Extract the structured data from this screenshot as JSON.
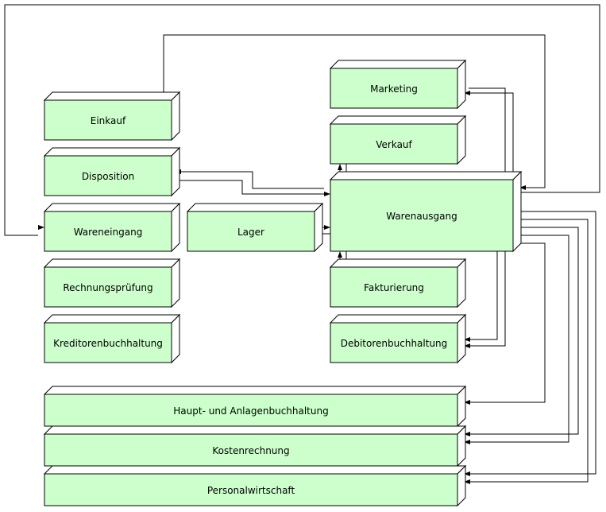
{
  "diagram": {
    "nodes": {
      "einkauf": "Einkauf",
      "disposition": "Disposition",
      "wareneingang": "Wareneingang",
      "rechnungspruefung": "Rechnungsprüfung",
      "kreditorenbuchhaltung": "Kreditorenbuchhaltung",
      "lager": "Lager",
      "marketing": "Marketing",
      "verkauf": "Verkauf",
      "warenausgang": "Warenausgang",
      "fakturierung": "Fakturierung",
      "debitorenbuchhaltung": "Debitorenbuchhaltung",
      "haupt_anlagenbuchhaltung": "Haupt- und Anlagenbuchhaltung",
      "kostenrechnung": "Kostenrechnung",
      "personalwirtschaft": "Personalwirtschaft"
    },
    "colors": {
      "box_fill": "#ccffcc",
      "line": "#000000"
    }
  }
}
